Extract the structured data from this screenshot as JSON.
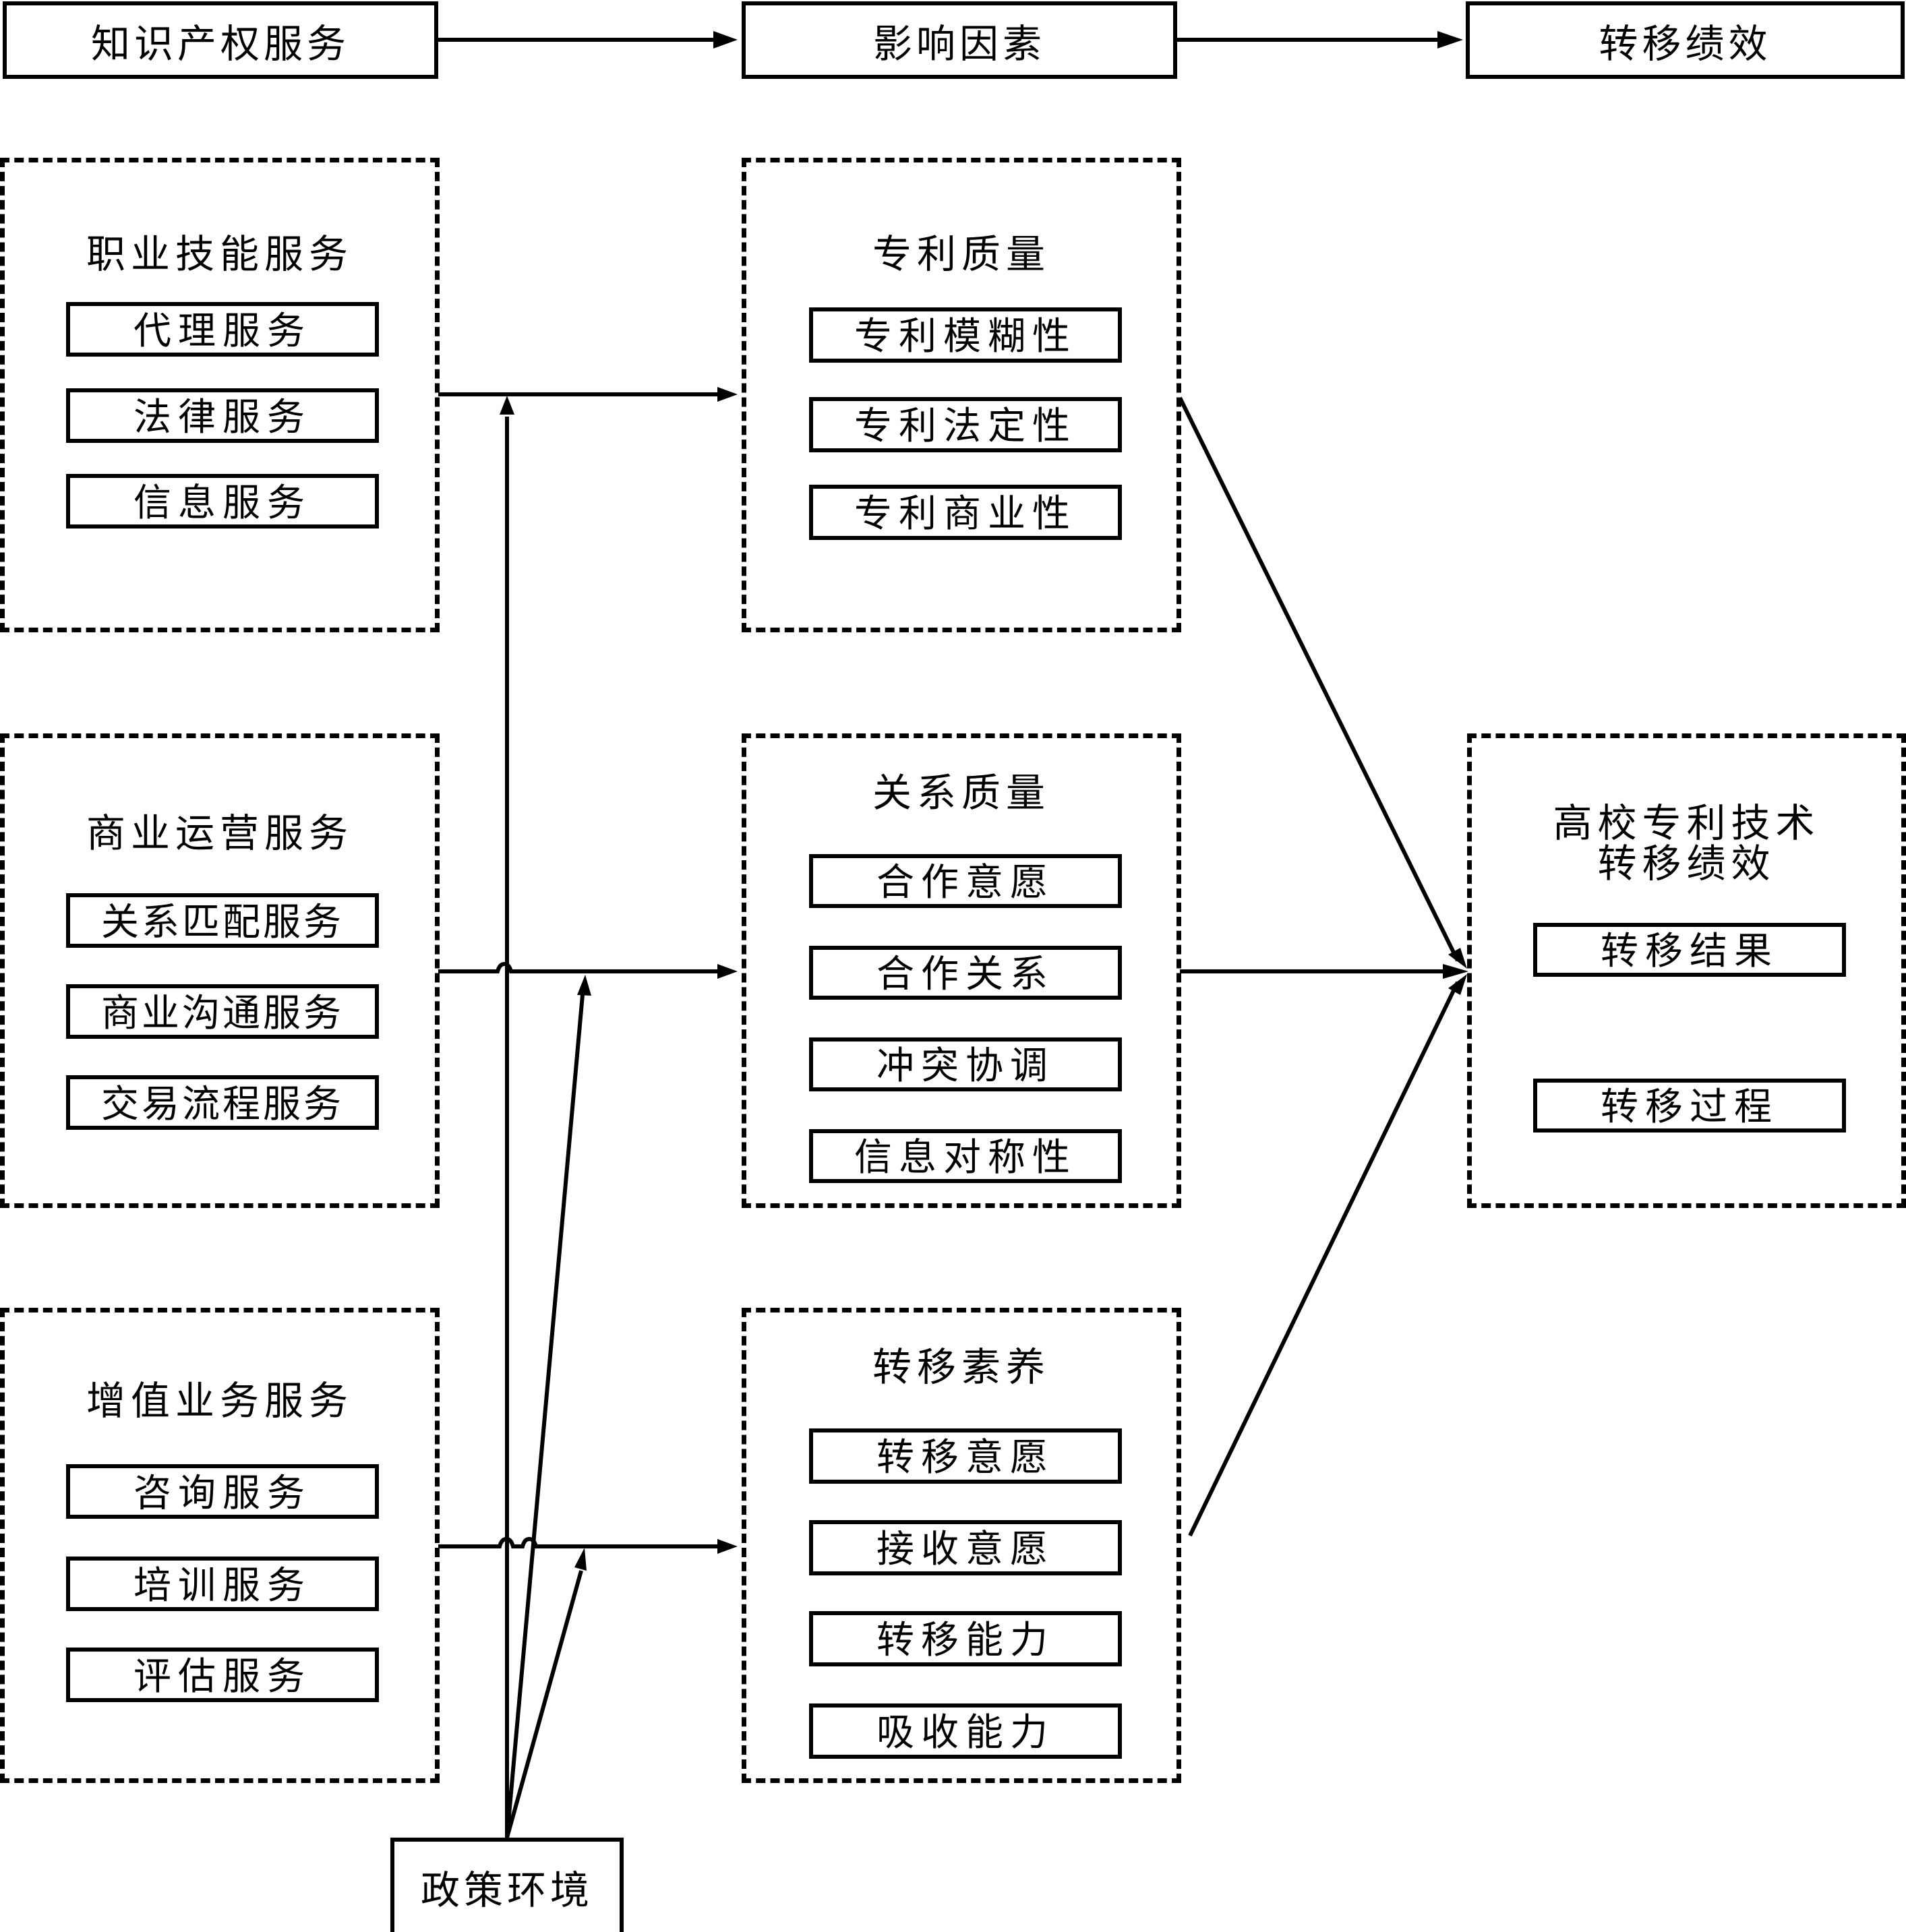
{
  "header": {
    "steps": [
      {
        "label": "知识产权服务"
      },
      {
        "label": "影响因素"
      },
      {
        "label": "转移绩效"
      }
    ]
  },
  "services": [
    {
      "title": "职业技能服务",
      "items": [
        "代理服务",
        "法律服务",
        "信息服务"
      ]
    },
    {
      "title": "商业运营服务",
      "items": [
        "关系匹配服务",
        "商业沟通服务",
        "交易流程服务"
      ]
    },
    {
      "title": "增值业务服务",
      "items": [
        "咨询服务",
        "培训服务",
        "评估服务"
      ]
    }
  ],
  "factors": [
    {
      "title": "专利质量",
      "items": [
        "专利模糊性",
        "专利法定性",
        "专利商业性"
      ]
    },
    {
      "title": "关系质量",
      "items": [
        "合作意愿",
        "合作关系",
        "冲突协调",
        "信息对称性"
      ]
    },
    {
      "title": "转移素养",
      "items": [
        "转移意愿",
        "接收意愿",
        "转移能力",
        "吸收能力"
      ]
    }
  ],
  "performance": {
    "title_line1": "高校专利技术",
    "title_line2": "转移绩效",
    "items": [
      "转移结果",
      "转移过程"
    ]
  },
  "policy": {
    "label": "政策环境"
  }
}
